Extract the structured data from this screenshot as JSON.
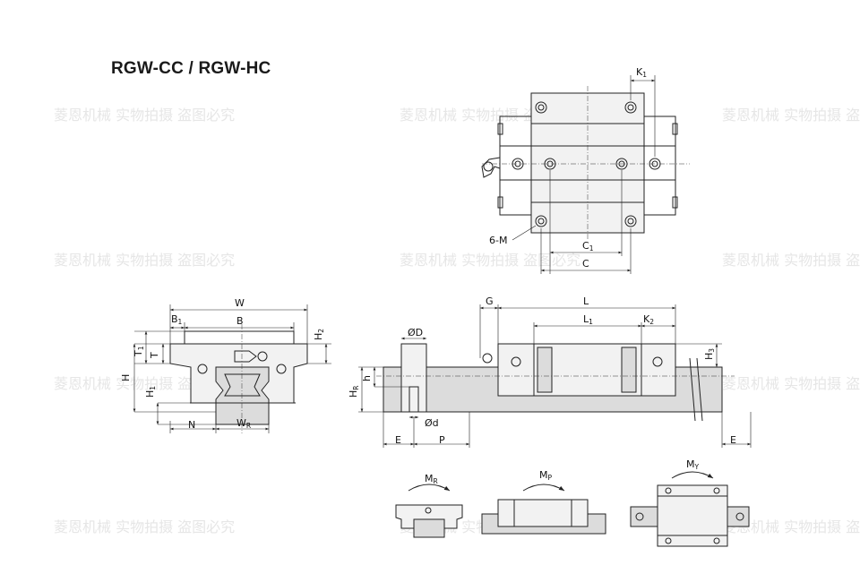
{
  "title": "RGW-CC / RGW-HC",
  "watermark": "菱恩机械 实物拍摄 盗图必究",
  "labels": {
    "K1": [
      "K",
      "1"
    ],
    "6M": [
      "6-M",
      ""
    ],
    "C1": [
      "C",
      "1"
    ],
    "C": [
      "C",
      ""
    ],
    "W": [
      "W",
      ""
    ],
    "B1": [
      "B",
      "1"
    ],
    "B": [
      "B",
      ""
    ],
    "T1": [
      "T",
      "1"
    ],
    "T": [
      "T",
      ""
    ],
    "H2": [
      "H",
      "2"
    ],
    "H": [
      "H",
      ""
    ],
    "H1": [
      "H",
      "1"
    ],
    "N": [
      "N",
      ""
    ],
    "WR": [
      "W",
      "R"
    ],
    "OD": [
      "ØD",
      ""
    ],
    "h": [
      "h",
      ""
    ],
    "HR": [
      "H",
      "R"
    ],
    "Od": [
      "Ød",
      ""
    ],
    "E1": [
      "E",
      ""
    ],
    "P": [
      "P",
      ""
    ],
    "G": [
      "G",
      ""
    ],
    "L": [
      "L",
      ""
    ],
    "L1": [
      "L",
      "1"
    ],
    "K2": [
      "K",
      "2"
    ],
    "H3": [
      "H",
      "3"
    ],
    "E2": [
      "E",
      ""
    ],
    "MR": [
      "M",
      "R"
    ],
    "MP": [
      "M",
      "P"
    ],
    "MY": [
      "M",
      "Y"
    ]
  }
}
